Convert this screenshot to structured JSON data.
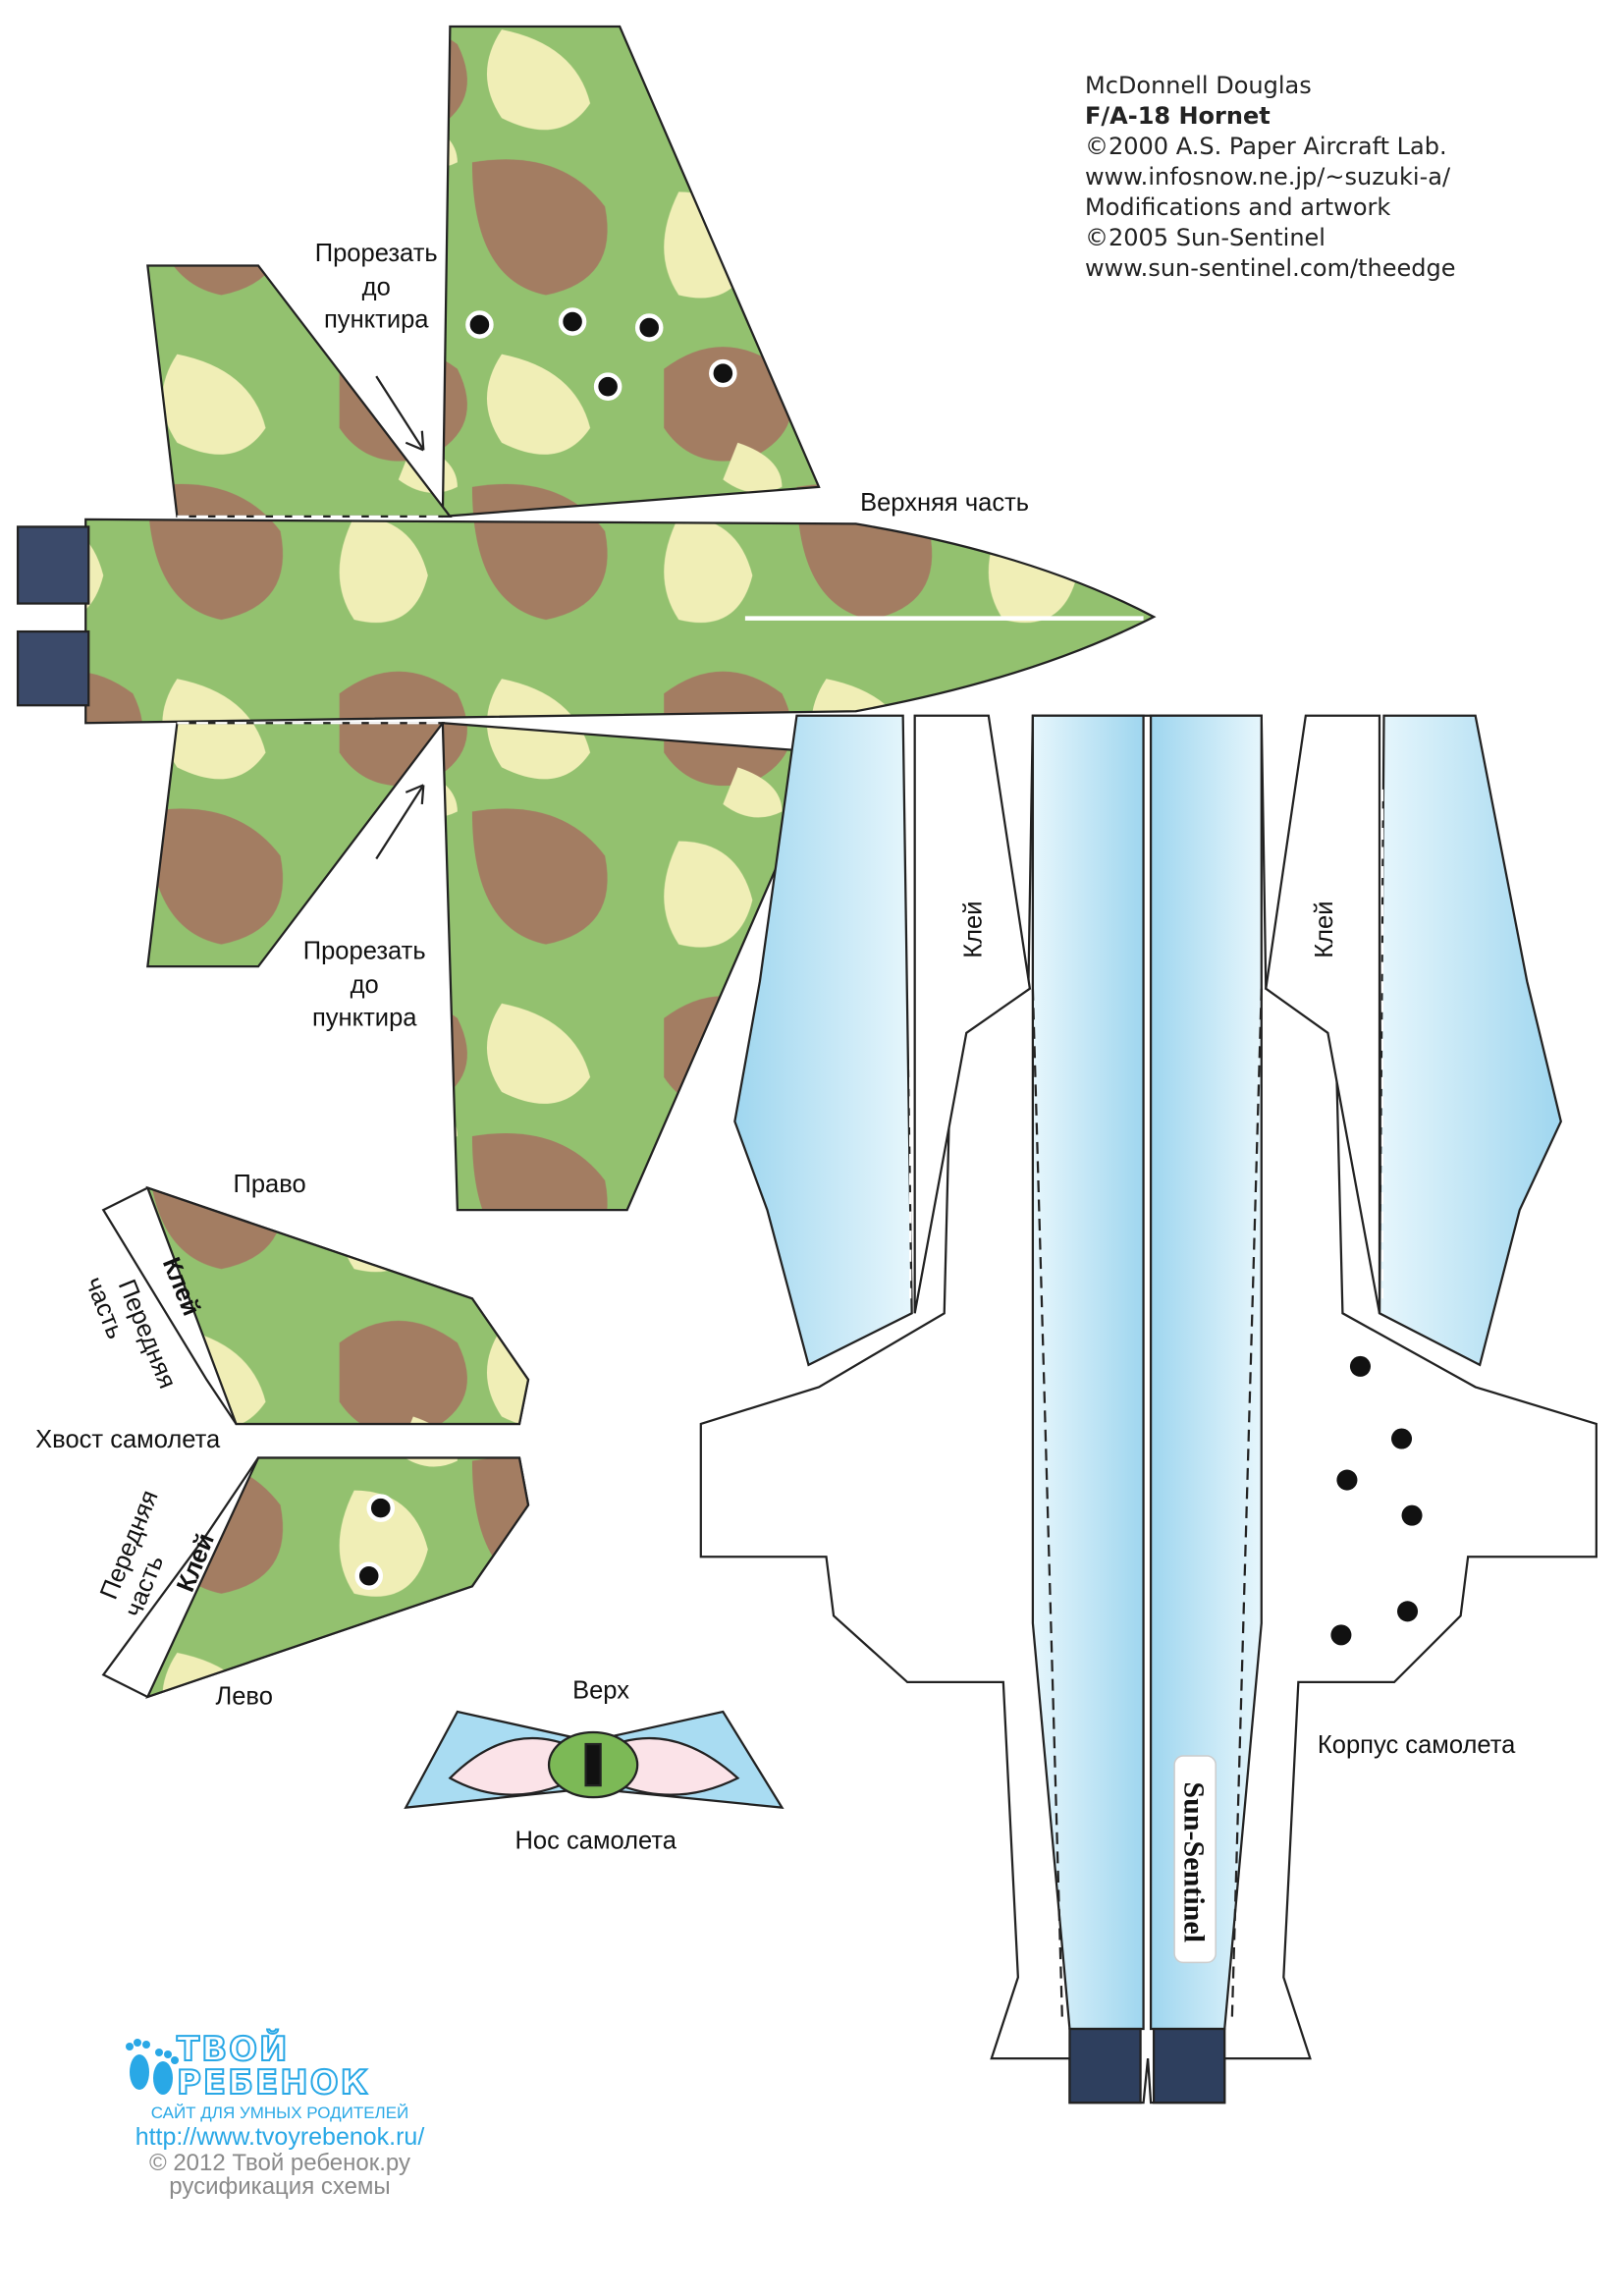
{
  "credits": {
    "maker": "McDonnell Douglas",
    "model": "F/A-18 Hornet",
    "copyright1": "©2000 A.S. Paper Aircraft Lab.",
    "url1": "www.infosnow.ne.jp/~suzuki-a/",
    "mods": "Modifications and artwork",
    "copyright2": "©2005 Sun-Sentinel",
    "url2": "www.sun-sentinel.com/theedge"
  },
  "top_part": {
    "cut_upper": [
      "Прорезать",
      "до",
      "пунктира"
    ],
    "cut_lower": [
      "Прорезать",
      "до",
      "пунктира"
    ],
    "label": "Верхняя часть"
  },
  "tail": {
    "right": "Право",
    "left": "Лево",
    "glue": "Клей",
    "front": [
      "Передняя",
      "часть"
    ],
    "label": "Хвост самолета"
  },
  "nose": {
    "top": "Верх",
    "label": "Нос самолета"
  },
  "body": {
    "glue": "Клей",
    "brand": "Sun-Sentinel",
    "label": "Корпус самолета"
  },
  "logo": {
    "line1": "ТВОЙ",
    "line2": "РЕБЕНОК",
    "tagline": "САЙТ ДЛЯ УМНЫХ  РОДИТЕЛЕЙ",
    "url": "http://www.tvoyrebenok.ru/",
    "copyright": "© 2012 Твой ребенок.ру",
    "note": "русификация схемы"
  },
  "colors": {
    "camo_green": "#93c16f",
    "camo_brown": "#a37d62",
    "camo_cream": "#f0eeb6",
    "body_blue": "#a9dcf2",
    "logo_blue": "#29a8e6"
  }
}
